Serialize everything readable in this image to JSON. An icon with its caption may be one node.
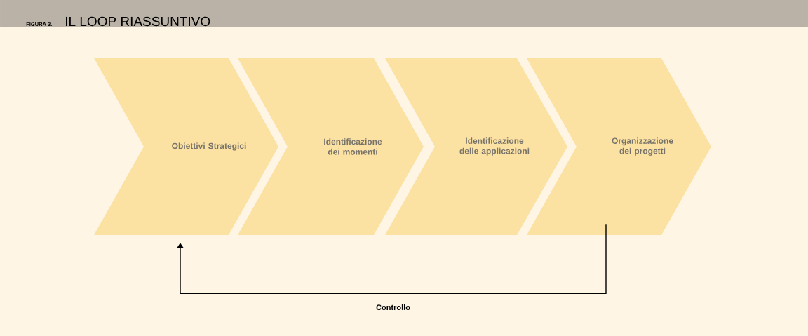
{
  "diagram": {
    "title": "IL LOOP RIASSUNTIVO",
    "nodes": [
      {
        "text": [
          "Obiettivi Strategici"
        ]
      },
      {
        "text": [
          "Identificazione dei momenti"
        ]
      },
      {
        "text": [
          "Identificazione delle applicazioni"
        ]
      },
      {
        "text": [
          "Organizzazione dei progetti"
        ]
      }
    ],
    "edges": [
      {
        "from": 3,
        "to": 0,
        "arrow": "to",
        "label": "Controllo"
      }
    ],
    "labels": [
      "FIGURA 3."
    ]
  }
}
